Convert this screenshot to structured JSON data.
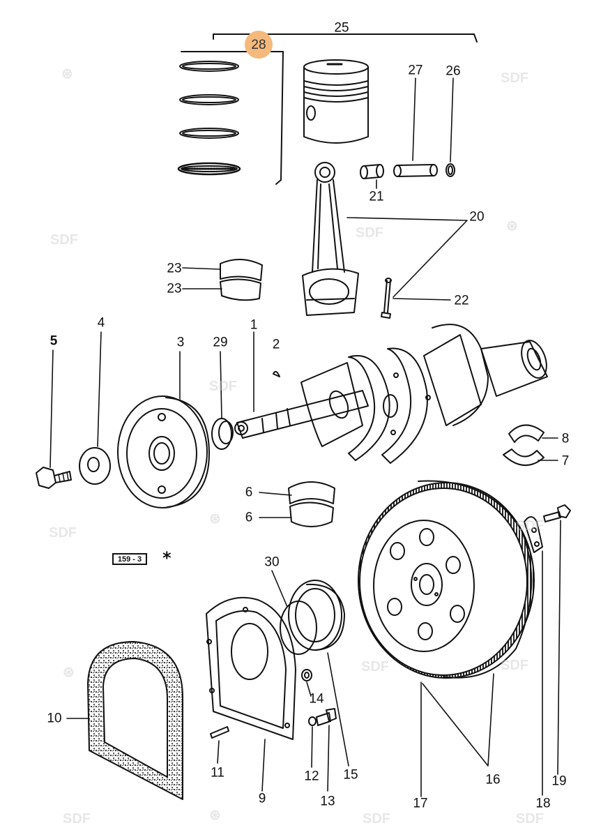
{
  "diagram": {
    "callouts": [
      {
        "id": "c25",
        "text": "25"
      },
      {
        "id": "c28",
        "text": "28"
      },
      {
        "id": "c27",
        "text": "27"
      },
      {
        "id": "c26",
        "text": "26"
      },
      {
        "id": "c21",
        "text": "21"
      },
      {
        "id": "c20",
        "text": "20"
      },
      {
        "id": "c22",
        "text": "22"
      },
      {
        "id": "c23a",
        "text": "23"
      },
      {
        "id": "c23b",
        "text": "23"
      },
      {
        "id": "c5",
        "text": "5"
      },
      {
        "id": "c4",
        "text": "4"
      },
      {
        "id": "c3",
        "text": "3"
      },
      {
        "id": "c29",
        "text": "29"
      },
      {
        "id": "c1",
        "text": "1"
      },
      {
        "id": "c2",
        "text": "2"
      },
      {
        "id": "c8",
        "text": "8"
      },
      {
        "id": "c7",
        "text": "7"
      },
      {
        "id": "c6a",
        "text": "6"
      },
      {
        "id": "c6b",
        "text": "6"
      },
      {
        "id": "c30",
        "text": "30"
      },
      {
        "id": "c10",
        "text": "10"
      },
      {
        "id": "c14",
        "text": "14"
      },
      {
        "id": "c11",
        "text": "11"
      },
      {
        "id": "c9",
        "text": "9"
      },
      {
        "id": "c12",
        "text": "12"
      },
      {
        "id": "c13",
        "text": "13"
      },
      {
        "id": "c15",
        "text": "15"
      },
      {
        "id": "c17",
        "text": "17"
      },
      {
        "id": "c16",
        "text": "16"
      },
      {
        "id": "c18",
        "text": "18"
      },
      {
        "id": "c19",
        "text": "19"
      }
    ],
    "reference_code": "159 - 3",
    "note_symbol": "*",
    "watermark_text": "SDF"
  }
}
